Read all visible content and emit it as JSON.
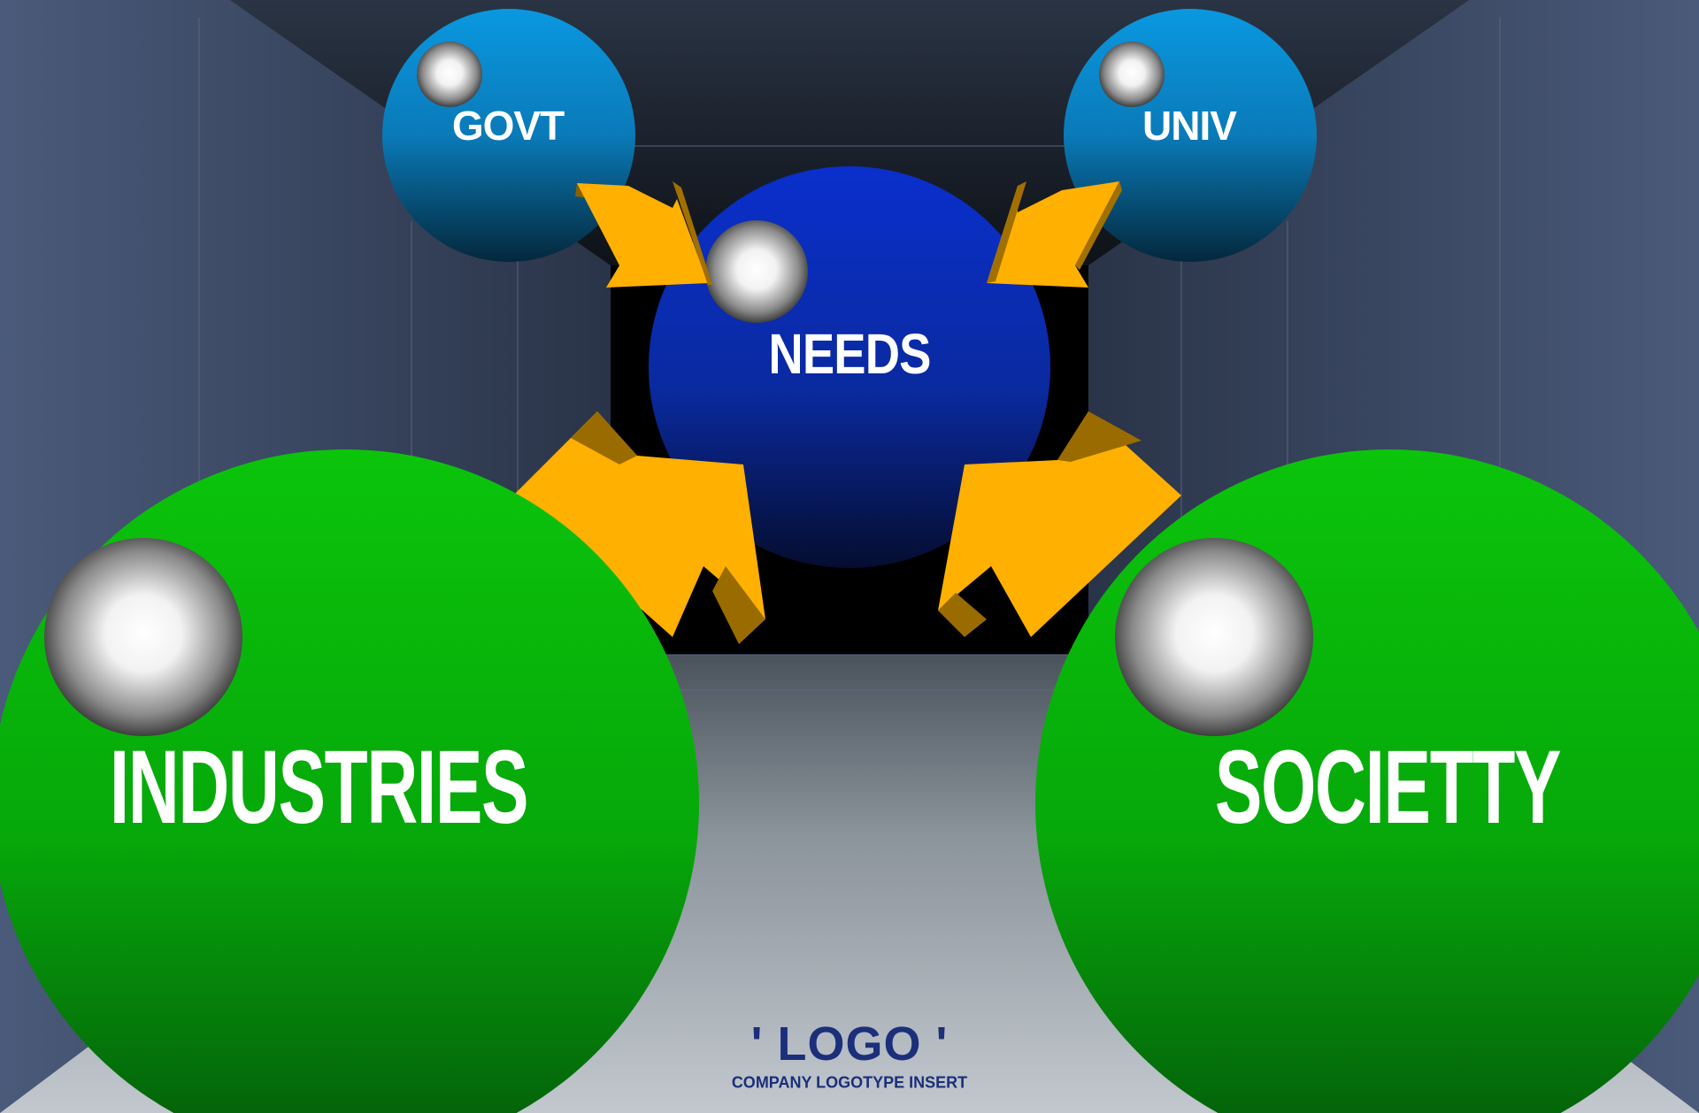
{
  "nodes": {
    "govt": {
      "label": "GOVT"
    },
    "univ": {
      "label": "UNIV"
    },
    "needs": {
      "label": "NEEDS"
    },
    "industries": {
      "label": "INDUSTRIES"
    },
    "society": {
      "label": "SOCIETTY"
    }
  },
  "logo": {
    "text": "' LOGO '",
    "subtext": "COMPANY LOGOTYPE INSERT"
  },
  "colors": {
    "green": "#0bbf0b",
    "blue_dark": "#0a2fb0",
    "blue_light": "#0a90d0",
    "arrow": "#ffb000",
    "arrow_shade": "#a07000"
  }
}
